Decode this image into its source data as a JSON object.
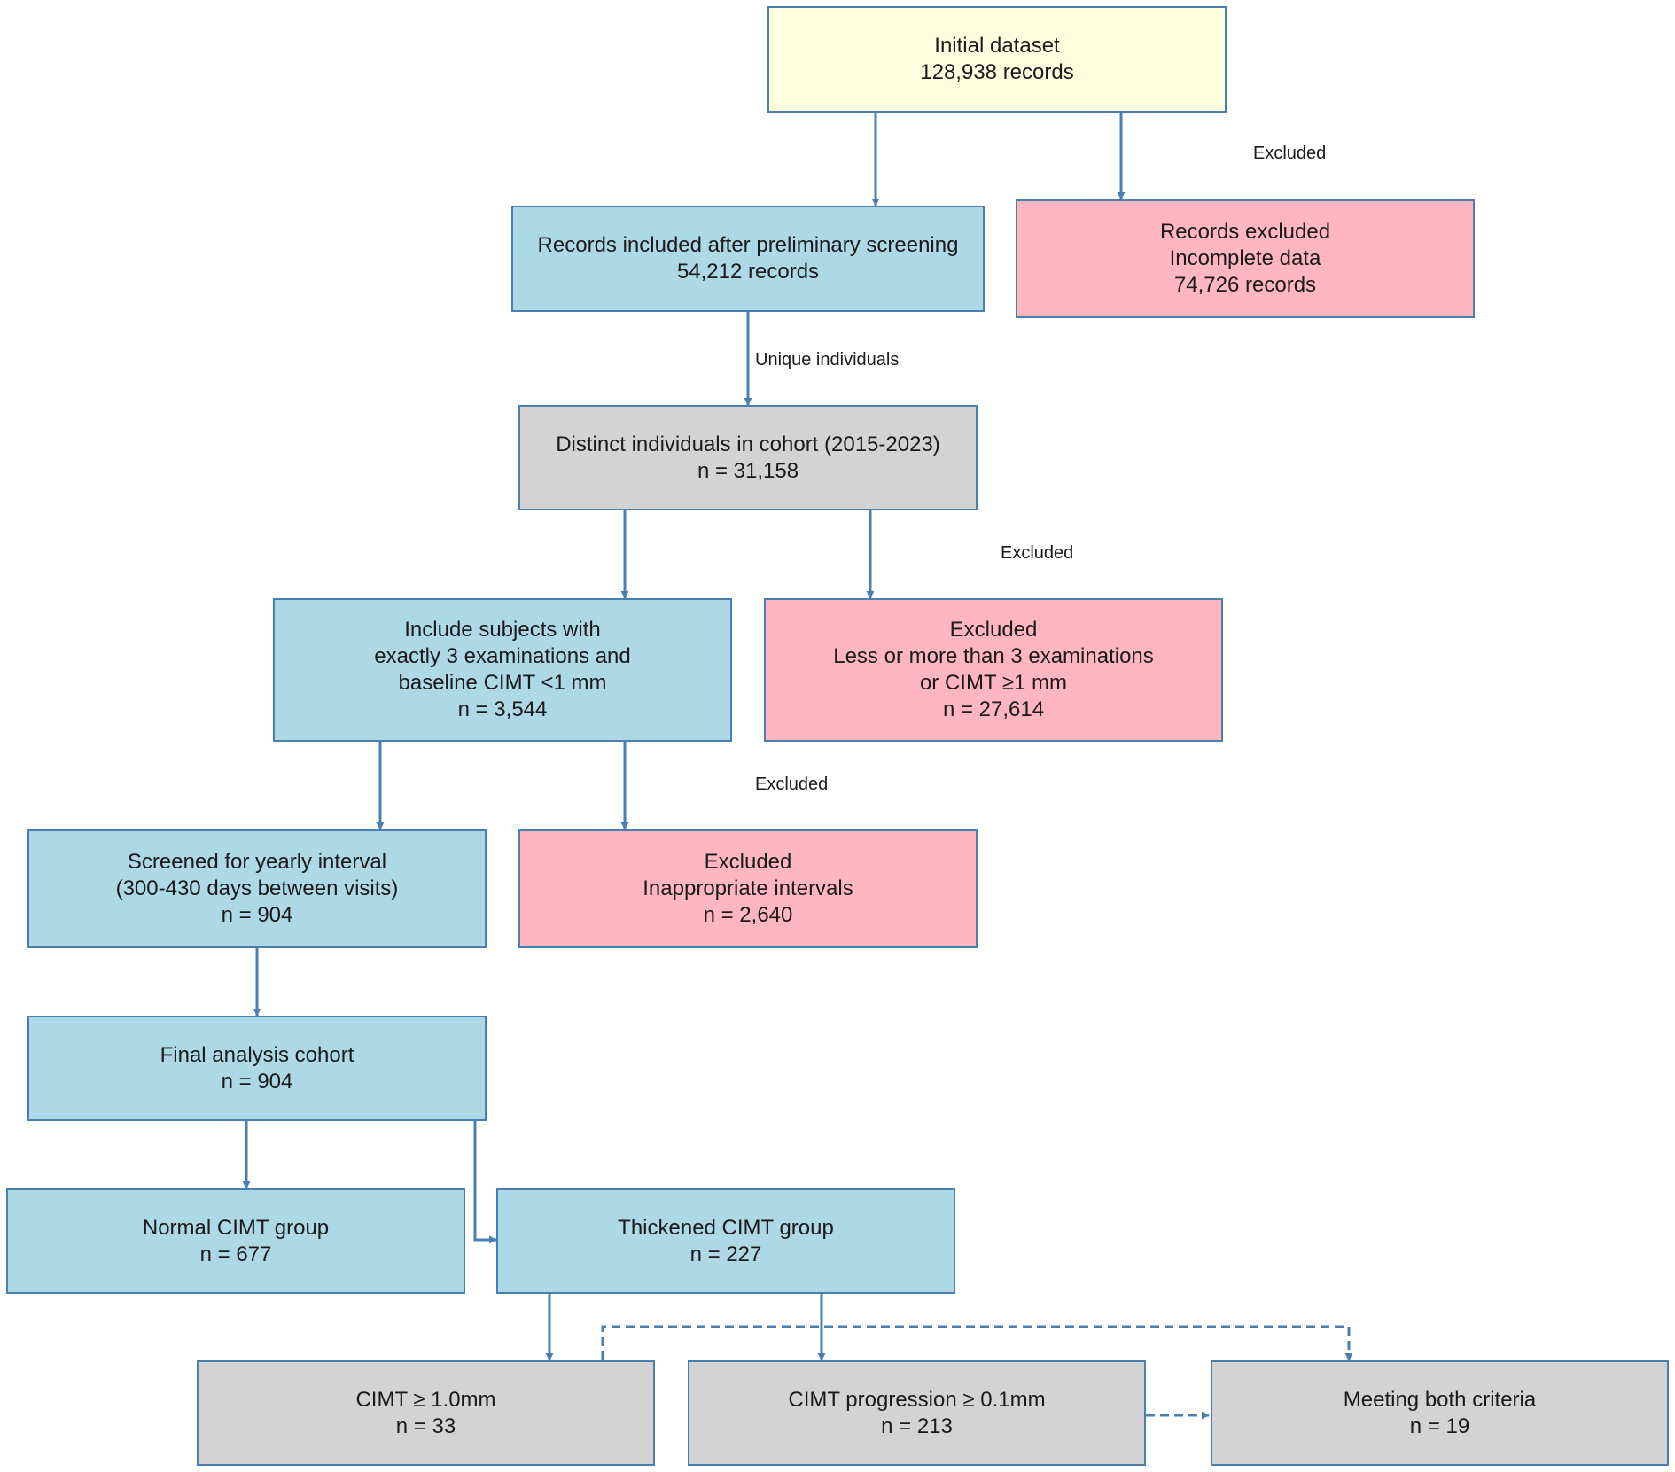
{
  "nodes": {
    "initial": {
      "lines": [
        "Initial dataset",
        "128,938 records"
      ]
    },
    "prelim": {
      "lines": [
        "Records included after preliminary screening",
        "54,212 records"
      ]
    },
    "excl_incomplete": {
      "lines": [
        "Records excluded",
        "Incomplete data",
        "74,726 records"
      ]
    },
    "distinct": {
      "lines": [
        "Distinct individuals in cohort (2015-2023)",
        "n = 31,158"
      ]
    },
    "include3": {
      "lines": [
        "Include subjects with",
        "exactly 3 examinations and",
        "baseline CIMT <1 mm",
        "n = 3,544"
      ]
    },
    "excl_exams": {
      "lines": [
        "Excluded",
        "Less or more than 3 examinations",
        "or CIMT ≥1 mm",
        "n = 27,614"
      ]
    },
    "yearly": {
      "lines": [
        "Screened for yearly interval",
        "(300-430 days between visits)",
        "n = 904"
      ]
    },
    "excl_intervals": {
      "lines": [
        "Excluded",
        "Inappropriate intervals",
        "n = 2,640"
      ]
    },
    "final": {
      "lines": [
        "Final analysis cohort",
        "n = 904"
      ]
    },
    "normal": {
      "lines": [
        "Normal CIMT group",
        "n = 677"
      ]
    },
    "thickened": {
      "lines": [
        "Thickened CIMT group",
        "n = 227"
      ]
    },
    "cimt1": {
      "lines": [
        "CIMT ≥ 1.0mm",
        "n = 33"
      ]
    },
    "progression": {
      "lines": [
        "CIMT progression ≥ 0.1mm",
        "n = 213"
      ]
    },
    "both": {
      "lines": [
        "Meeting both criteria",
        "n = 19"
      ]
    }
  },
  "edge_labels": {
    "excluded_1": "Excluded",
    "unique": "Unique individuals",
    "excluded_2": "Excluded",
    "excluded_3": "Excluded"
  },
  "colors": {
    "start": "#ffffe0",
    "included": "#add8e6",
    "excluded": "#ffb6c1",
    "summary": "#d3d3d3",
    "edge": "#4a7fb0"
  }
}
